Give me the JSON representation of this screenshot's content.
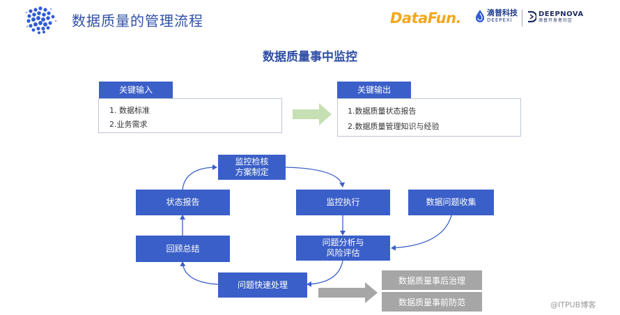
{
  "header": {
    "title": "数据质量的管理流程",
    "brands": {
      "datafun": "DataFun.",
      "deepexi_cn": "滴普科技",
      "deepexi_en": "DEEPEXI",
      "deepnova_en": "DEEPNOVA",
      "deepnova_cn": "滴普开发者社区"
    }
  },
  "main_title": "数据质量事中监控",
  "input": {
    "label": "关键输入",
    "items": [
      "1. 数据标准",
      "2.业务需求"
    ]
  },
  "output": {
    "label": "关键输出",
    "items": [
      "1.数据质量状态报告",
      "2.数据质量管理知识与经验"
    ]
  },
  "flow": {
    "plan": "监控检核\n方案制定",
    "execute": "监控执行",
    "collect": "数据问题收集",
    "analyze": "问题分析与\n风险评估",
    "handle": "问题快速处理",
    "review": "回顾总结",
    "report": "状态报告"
  },
  "outcomes": [
    "数据质量事后治理",
    "数据质量事前防范"
  ],
  "watermark": "@ITPUB博客",
  "colors": {
    "primary": "#3a5fc8",
    "title": "#2f4fa6",
    "gray": "#a6a6a6",
    "green_arrow": "#c6e0b4",
    "brand_orange": "#f2a81d"
  }
}
